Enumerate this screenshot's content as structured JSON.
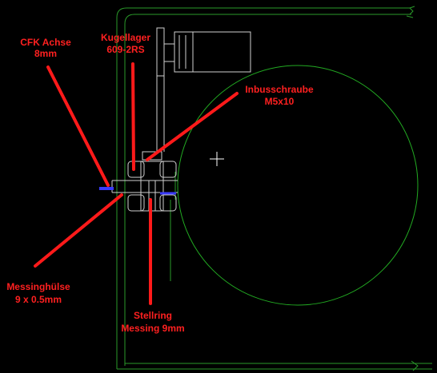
{
  "colors": {
    "background": "#000000",
    "frame": "#2a9a2a",
    "wheel": "#22aa22",
    "parts": "#d0d0d0",
    "leaders": "#ff1a1a",
    "labels": "#ff2020",
    "axle_highlight": "#3a3aff"
  },
  "labels": {
    "cfk": {
      "line1": "CFK Achse",
      "line2": "8mm"
    },
    "bearing": {
      "line1": "Kugellager",
      "line2": "609-2RS"
    },
    "screw": {
      "line1": "Inbusschraube",
      "line2": "M5x10"
    },
    "sleeve": {
      "line1": "Messinghülse",
      "line2": "9 x 0.5mm"
    },
    "collar": {
      "line1": "Stellring",
      "line2": "Messing 9mm"
    }
  },
  "icons": {
    "cursor": "crosshair-icon"
  }
}
